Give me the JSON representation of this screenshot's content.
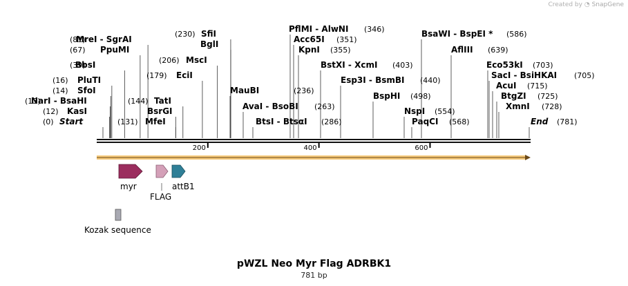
{
  "credit": {
    "prefix": "Created by",
    "brand": "SnapGene"
  },
  "title": "pWZL Neo Myr Flag ADRBK1",
  "subtitle": "781 bp",
  "sequence_length": 781,
  "ruler_ticks": [
    {
      "pos": 200,
      "label": "200"
    },
    {
      "pos": 400,
      "label": "400"
    },
    {
      "pos": 600,
      "label": "600"
    }
  ],
  "left_sites": [
    {
      "name": "Start",
      "pos": "(0)",
      "bp": 0,
      "italic": true
    },
    {
      "name": "KasI",
      "pos": "(12)",
      "bp": 12
    },
    {
      "name": "NarI  - BsaHI",
      "pos": "(13)",
      "bp": 13
    },
    {
      "name": "SfoI",
      "pos": "(14)",
      "bp": 14
    },
    {
      "name": "PluTI",
      "pos": "(16)",
      "bp": 16
    },
    {
      "name": "BbsI",
      "pos": "(39)",
      "bp": 39
    },
    {
      "name": "PpuMI",
      "pos": "(67)",
      "bp": 67
    },
    {
      "name": "MreI  - SgrAI",
      "pos": "(81)",
      "bp": 81
    },
    {
      "name": "MfeI",
      "pos": "(131)",
      "bp": 131
    },
    {
      "name": "BsrGI",
      "pos": "",
      "bp": 131
    },
    {
      "name": "TatI",
      "pos": "(144)",
      "bp": 144
    },
    {
      "name": "EciI",
      "pos": "(179)",
      "bp": 179
    },
    {
      "name": "MscI",
      "pos": "(206)",
      "bp": 206
    },
    {
      "name": "BglI",
      "pos": "",
      "bp": 230
    },
    {
      "name": "SfiI",
      "pos": "(230)",
      "bp": 230
    }
  ],
  "middle_sites": [
    {
      "name": "BtsI  - BtsαI",
      "pos": "(286)",
      "bp": 286
    },
    {
      "name": "AvaI  - BsoBI",
      "pos": "(263)",
      "bp": 263
    },
    {
      "name": "MauBI",
      "pos": "(236)",
      "bp": 236
    },
    {
      "name": "KpnI",
      "pos": "(355)",
      "bp": 355
    },
    {
      "name": "Acc65I",
      "pos": "(351)",
      "bp": 351
    },
    {
      "name": "PflMI  - AlwNI",
      "pos": "(346)",
      "bp": 346
    },
    {
      "name": "BstXI  - XcmI",
      "pos": "(403)",
      "bp": 403
    },
    {
      "name": "Esp3I  - BsmBI",
      "pos": "(440)",
      "bp": 440
    },
    {
      "name": "BspHI",
      "pos": "(498)",
      "bp": 498
    },
    {
      "name": "NspI",
      "pos": "(554)",
      "bp": 554
    },
    {
      "name": "PaqCI",
      "pos": "(568)",
      "bp": 568
    },
    {
      "name": "BsaWI  - BspEI *",
      "pos": "(586)",
      "bp": 586
    },
    {
      "name": "AflIII",
      "pos": "(639)",
      "bp": 639
    }
  ],
  "right_sites": [
    {
      "name": "Eco53kI",
      "pos": "(703)",
      "bp": 703
    },
    {
      "name": "SacI  - BsiHKAI",
      "pos": "(705)",
      "bp": 705
    },
    {
      "name": "AcuI",
      "pos": "(715)",
      "bp": 715
    },
    {
      "name": "BtgZI",
      "pos": "(725)",
      "bp": 725
    },
    {
      "name": "XmnI",
      "pos": "(728)",
      "bp": 728
    },
    {
      "name": "End",
      "pos": "(781)",
      "bp": 781,
      "italic": true
    }
  ],
  "features": [
    {
      "name": "myr",
      "color": "#9b2d5e"
    },
    {
      "name": "FLAG",
      "color": "#d4a0b8"
    },
    {
      "name": "attB1",
      "color": "#2f7f97"
    },
    {
      "name": "Kozak sequence",
      "color": "#a9aab3"
    }
  ],
  "colors": {
    "orf_arrow": "#f4c87a",
    "orf_stroke": "#8a6a2a",
    "backbone": "#111111"
  }
}
